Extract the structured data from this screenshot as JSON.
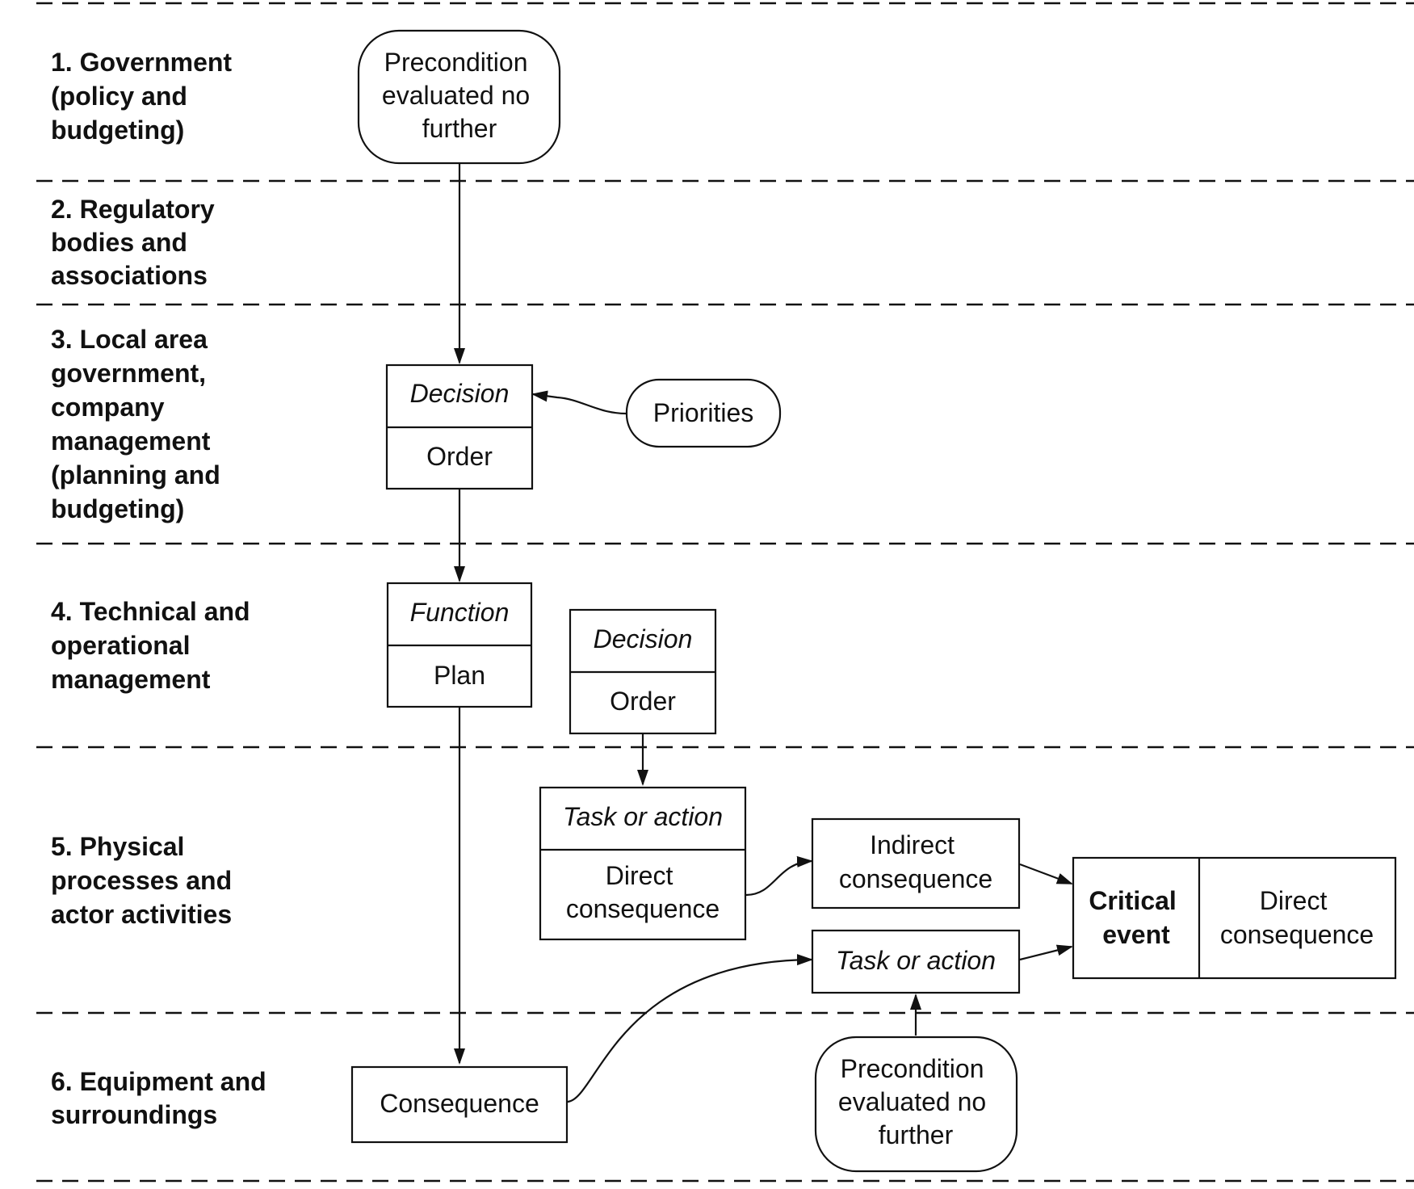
{
  "levels": [
    {
      "lines": [
        "1. Government",
        "(policy and",
        "budgeting)"
      ]
    },
    {
      "lines": [
        "2. Regulatory",
        "bodies and",
        "associations"
      ]
    },
    {
      "lines": [
        "3. Local area",
        "government,",
        "company",
        "management",
        "(planning and",
        "budgeting)"
      ]
    },
    {
      "lines": [
        "4. Technical and",
        "operational",
        "management"
      ]
    },
    {
      "lines": [
        "5. Physical",
        "processes and",
        "actor activities"
      ]
    },
    {
      "lines": [
        "6. Equipment and",
        "surroundings"
      ]
    }
  ],
  "nodes": {
    "precondition_top": {
      "lines": [
        "Precondition",
        "evaluated no",
        "further"
      ]
    },
    "decision_order_1": {
      "header": "Decision",
      "body": "Order"
    },
    "priorities": {
      "label": "Priorities"
    },
    "function_plan": {
      "header": "Function",
      "body": "Plan"
    },
    "decision_order_2": {
      "header": "Decision",
      "body": "Order"
    },
    "task_direct": {
      "header": "Task or action",
      "body_lines": [
        "Direct",
        "consequence"
      ]
    },
    "indirect_consequence": {
      "lines": [
        "Indirect",
        "consequence"
      ]
    },
    "task_or_action": {
      "label": "Task or action"
    },
    "critical_event": {
      "left_lines": [
        "Critical",
        "event"
      ],
      "right_lines": [
        "Direct",
        "consequence"
      ]
    },
    "consequence": {
      "label": "Consequence"
    },
    "precondition_bottom": {
      "lines": [
        "Precondition",
        "evaluated no",
        "further"
      ]
    }
  }
}
